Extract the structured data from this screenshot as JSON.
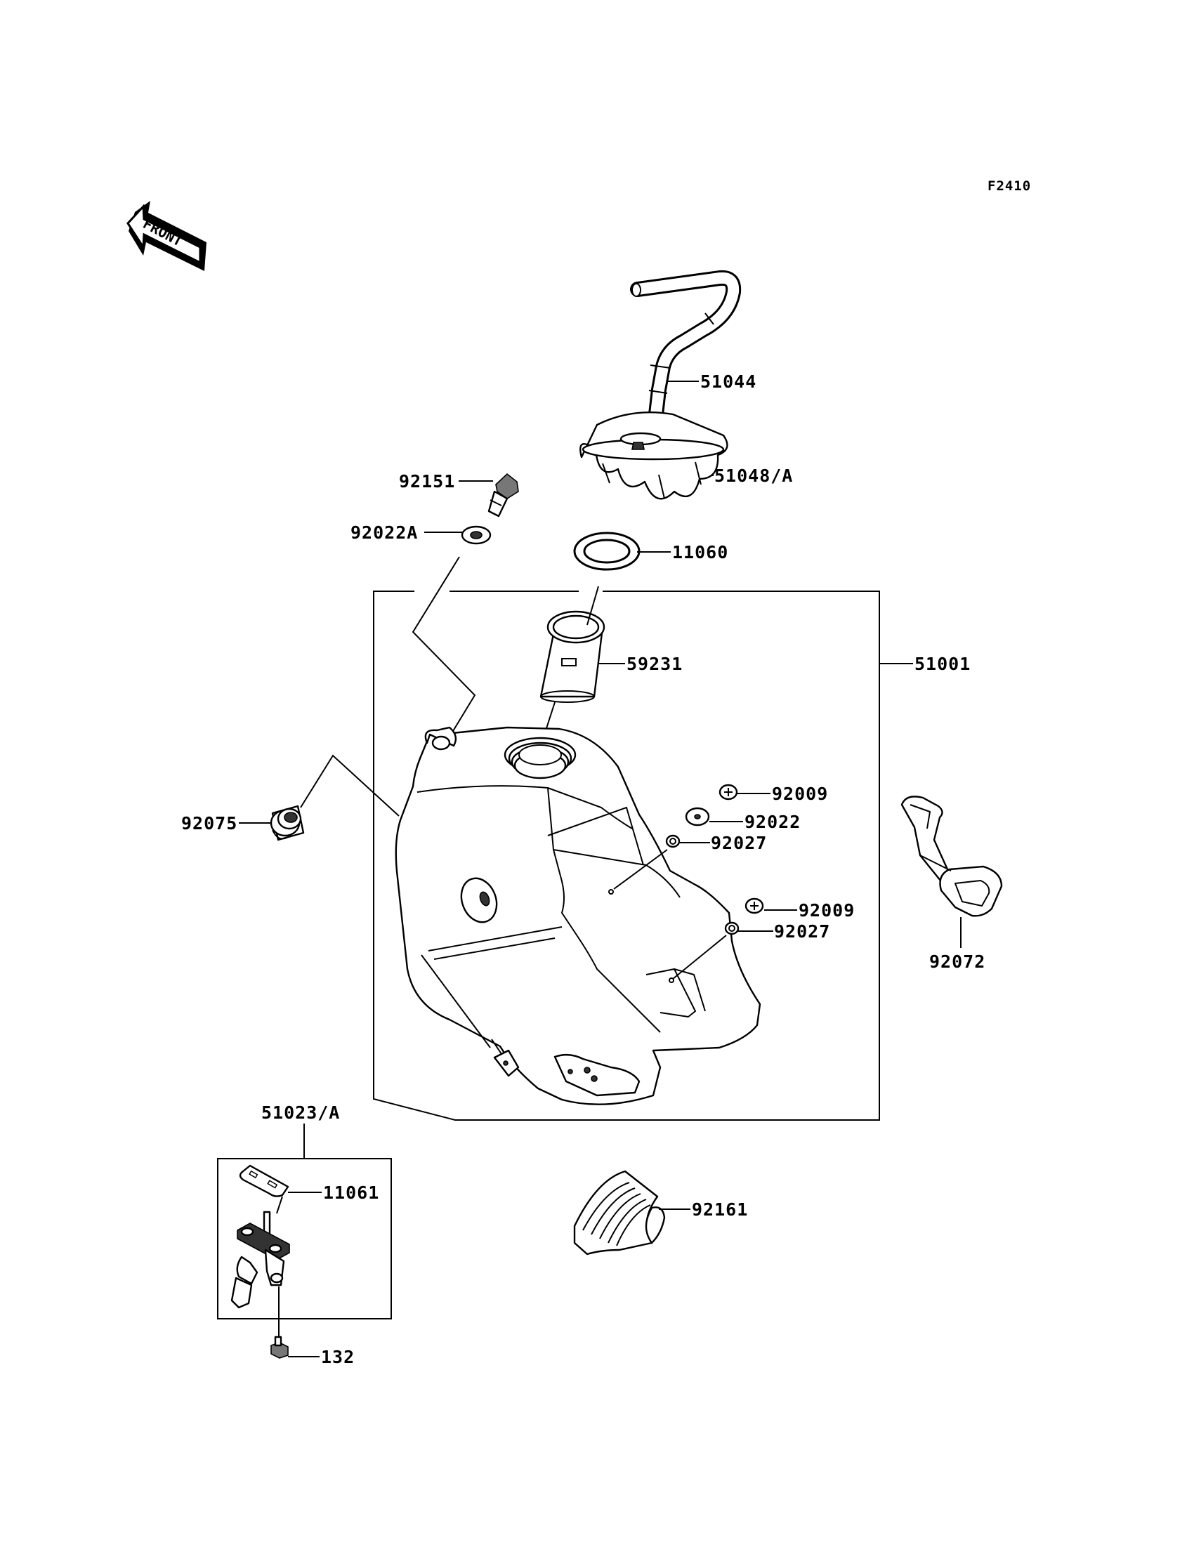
{
  "diagram": {
    "figure_code": "F2410",
    "front_label": "FRONT",
    "parts": [
      {
        "id": "51044",
        "label": "51044"
      },
      {
        "id": "51048A",
        "label": "51048/A"
      },
      {
        "id": "92151",
        "label": "92151"
      },
      {
        "id": "92022A",
        "label": "92022A"
      },
      {
        "id": "11060",
        "label": "11060"
      },
      {
        "id": "59231",
        "label": "59231"
      },
      {
        "id": "51001",
        "label": "51001"
      },
      {
        "id": "92009a",
        "label": "92009"
      },
      {
        "id": "92022",
        "label": "92022"
      },
      {
        "id": "92027a",
        "label": "92027"
      },
      {
        "id": "92075",
        "label": "92075"
      },
      {
        "id": "92009b",
        "label": "92009"
      },
      {
        "id": "92027b",
        "label": "92027"
      },
      {
        "id": "92072",
        "label": "92072"
      },
      {
        "id": "51023A",
        "label": "51023/A"
      },
      {
        "id": "11061",
        "label": "11061"
      },
      {
        "id": "92161",
        "label": "92161"
      },
      {
        "id": "132",
        "label": "132"
      }
    ]
  }
}
